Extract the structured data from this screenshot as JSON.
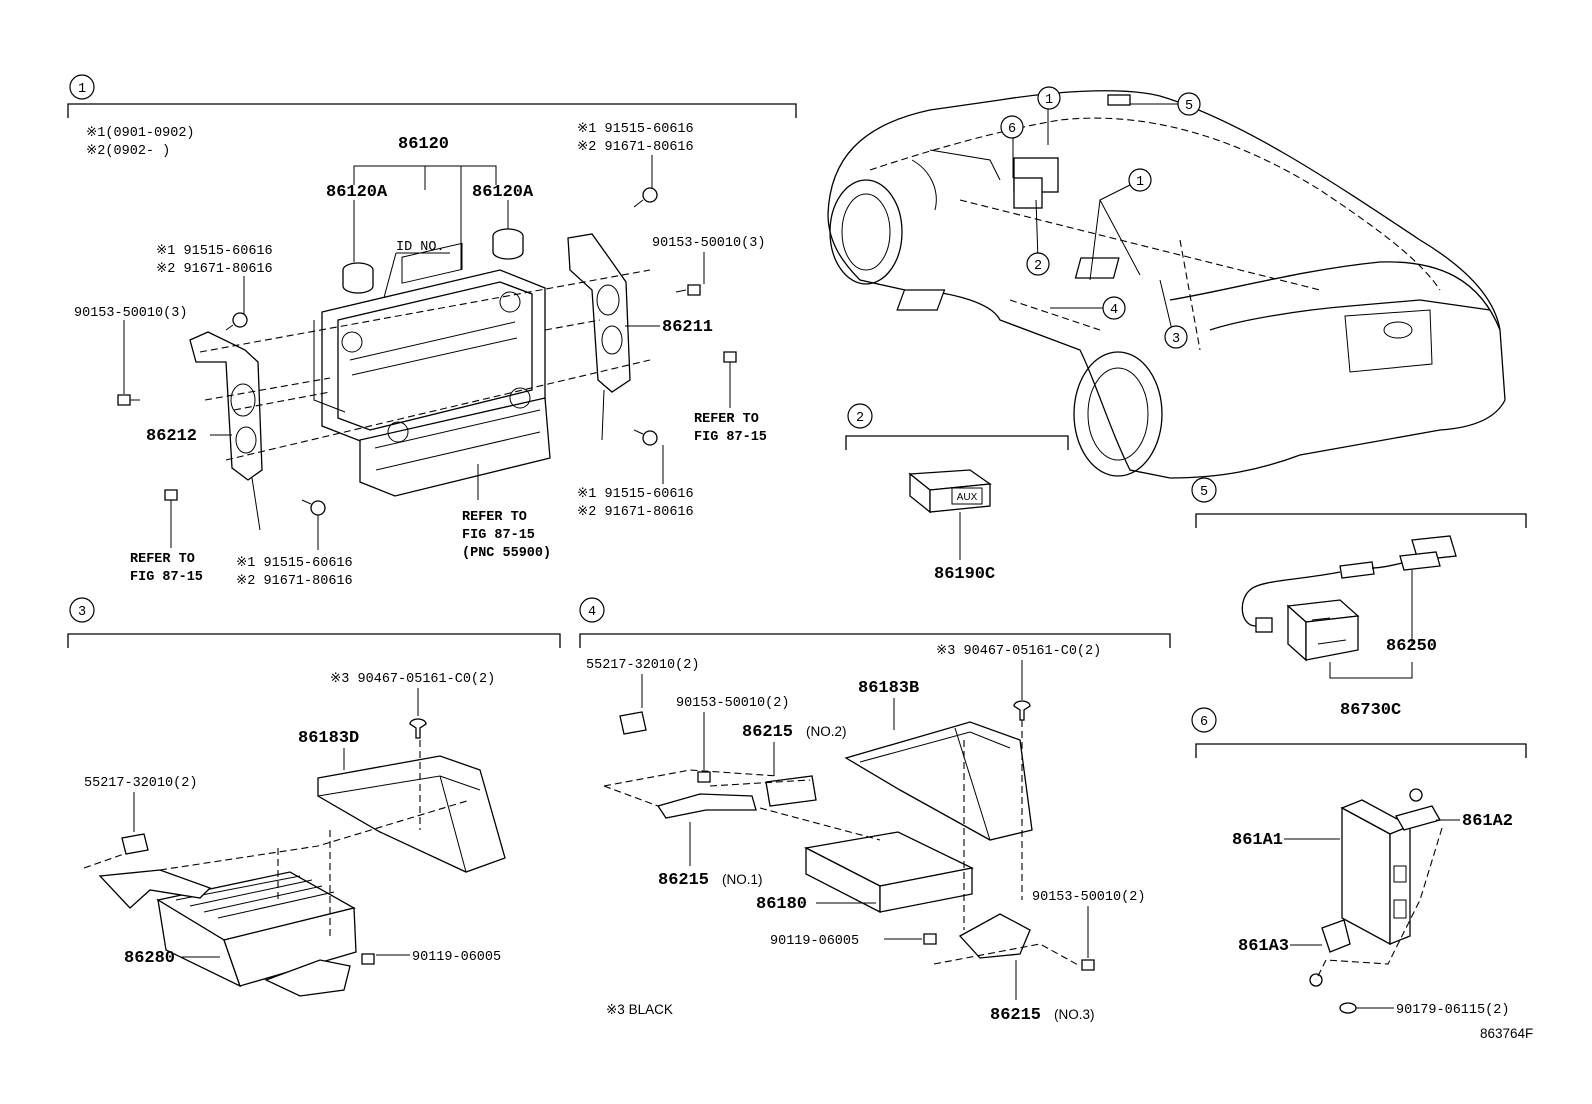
{
  "sections": [
    {
      "id": "1",
      "label": "1"
    },
    {
      "id": "2",
      "label": "2"
    },
    {
      "id": "3",
      "label": "3"
    },
    {
      "id": "4",
      "label": "4"
    },
    {
      "id": "5",
      "label": "5"
    },
    {
      "id": "6",
      "label": "6"
    }
  ],
  "car_callouts": [
    "1",
    "1",
    "2",
    "3",
    "4",
    "5",
    "6"
  ],
  "notes": {
    "note1": "※1(0901-0902)",
    "note2": "※2(0902-      )",
    "black": "※3 BLACK"
  },
  "section1": {
    "p86120": "86120",
    "p86120A_left": "86120A",
    "p86120A_right": "86120A",
    "id_no": "ID NO.",
    "screw_tr_1": "※1 91515-60616",
    "screw_tr_2": "※2 91671-80616",
    "screw_l_1": "※1 91515-60616",
    "screw_l_2": "※2 91671-80616",
    "screw_br_1": "※1 91515-60616",
    "screw_br_2": "※2 91671-80616",
    "screw_bl_1": "※1 91515-60616",
    "screw_bl_2": "※2 91671-80616",
    "bolt_left": "90153-50010(3)",
    "bolt_right": "90153-50010(3)",
    "p86211": "86211",
    "p86212": "86212",
    "refer_right_1": "REFER TO",
    "refer_right_2": "FIG 87-15",
    "refer_center_1": "REFER TO",
    "refer_center_2": "FIG 87-15",
    "refer_center_3": "(PNC 55900)",
    "refer_left_1": "REFER TO",
    "refer_left_2": "FIG 87-15"
  },
  "section2": {
    "p86190C": "86190C",
    "aux_label": "AUX"
  },
  "section3": {
    "screw_top": "※3 90467-05161-C0(2)",
    "p86183D": "86183D",
    "clip": "55217-32010(2)",
    "p86280": "86280",
    "bolt": "90119-06005"
  },
  "section4": {
    "screw_top": "※3 90467-05161-C0(2)",
    "clip": "55217-32010(2)",
    "bolt_top": "90153-50010(2)",
    "p86215_no2": "86215",
    "no2": "(NO.2)",
    "p86183B": "86183B",
    "p86215_no1": "86215",
    "no1": "(NO.1)",
    "p86180": "86180",
    "bolt_bottom": "90119-06005",
    "bolt_right": "90153-50010(2)",
    "p86215_no3": "86215",
    "no3": "(NO.3)"
  },
  "section5": {
    "p86250": "86250",
    "p86730C": "86730C"
  },
  "section6": {
    "p861A1": "861A1",
    "p861A2": "861A2",
    "p861A3": "861A3",
    "clip": "90179-06115(2)"
  },
  "figure_id": "863764F"
}
